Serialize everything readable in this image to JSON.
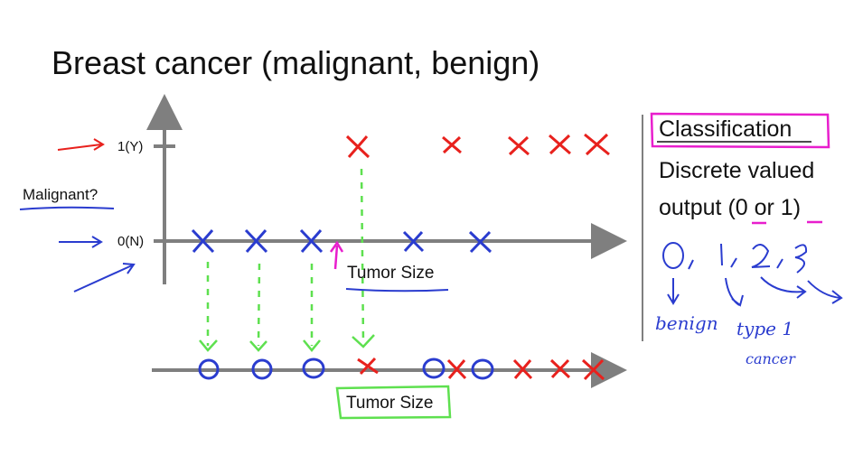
{
  "slide": {
    "title": "Breast cancer (malignant, benign)",
    "ylabel": "Malignant?",
    "xlabel_top": "Tumor Size",
    "xlabel_bottom": "Tumor Size",
    "y_tick_1": "1(Y)",
    "y_tick_0": "0(N)",
    "right_panel": {
      "heading": "Classification",
      "line1": "Discrete valued",
      "line2": "output (0 or 1)",
      "handwritten_classes": [
        "0",
        "1",
        "2",
        "3"
      ],
      "handwritten_note_1": "benign",
      "handwritten_note_2": "type 1",
      "handwritten_note_3": "cancer"
    }
  },
  "colors": {
    "axis": "#7f7f7f",
    "positive_mark": "#e8211d",
    "negative_mark": "#2a3ccf",
    "projection_arrow": "#5ee04f",
    "highlight_box_magenta": "#e81ecd",
    "highlight_box_green": "#5ee04f"
  }
}
